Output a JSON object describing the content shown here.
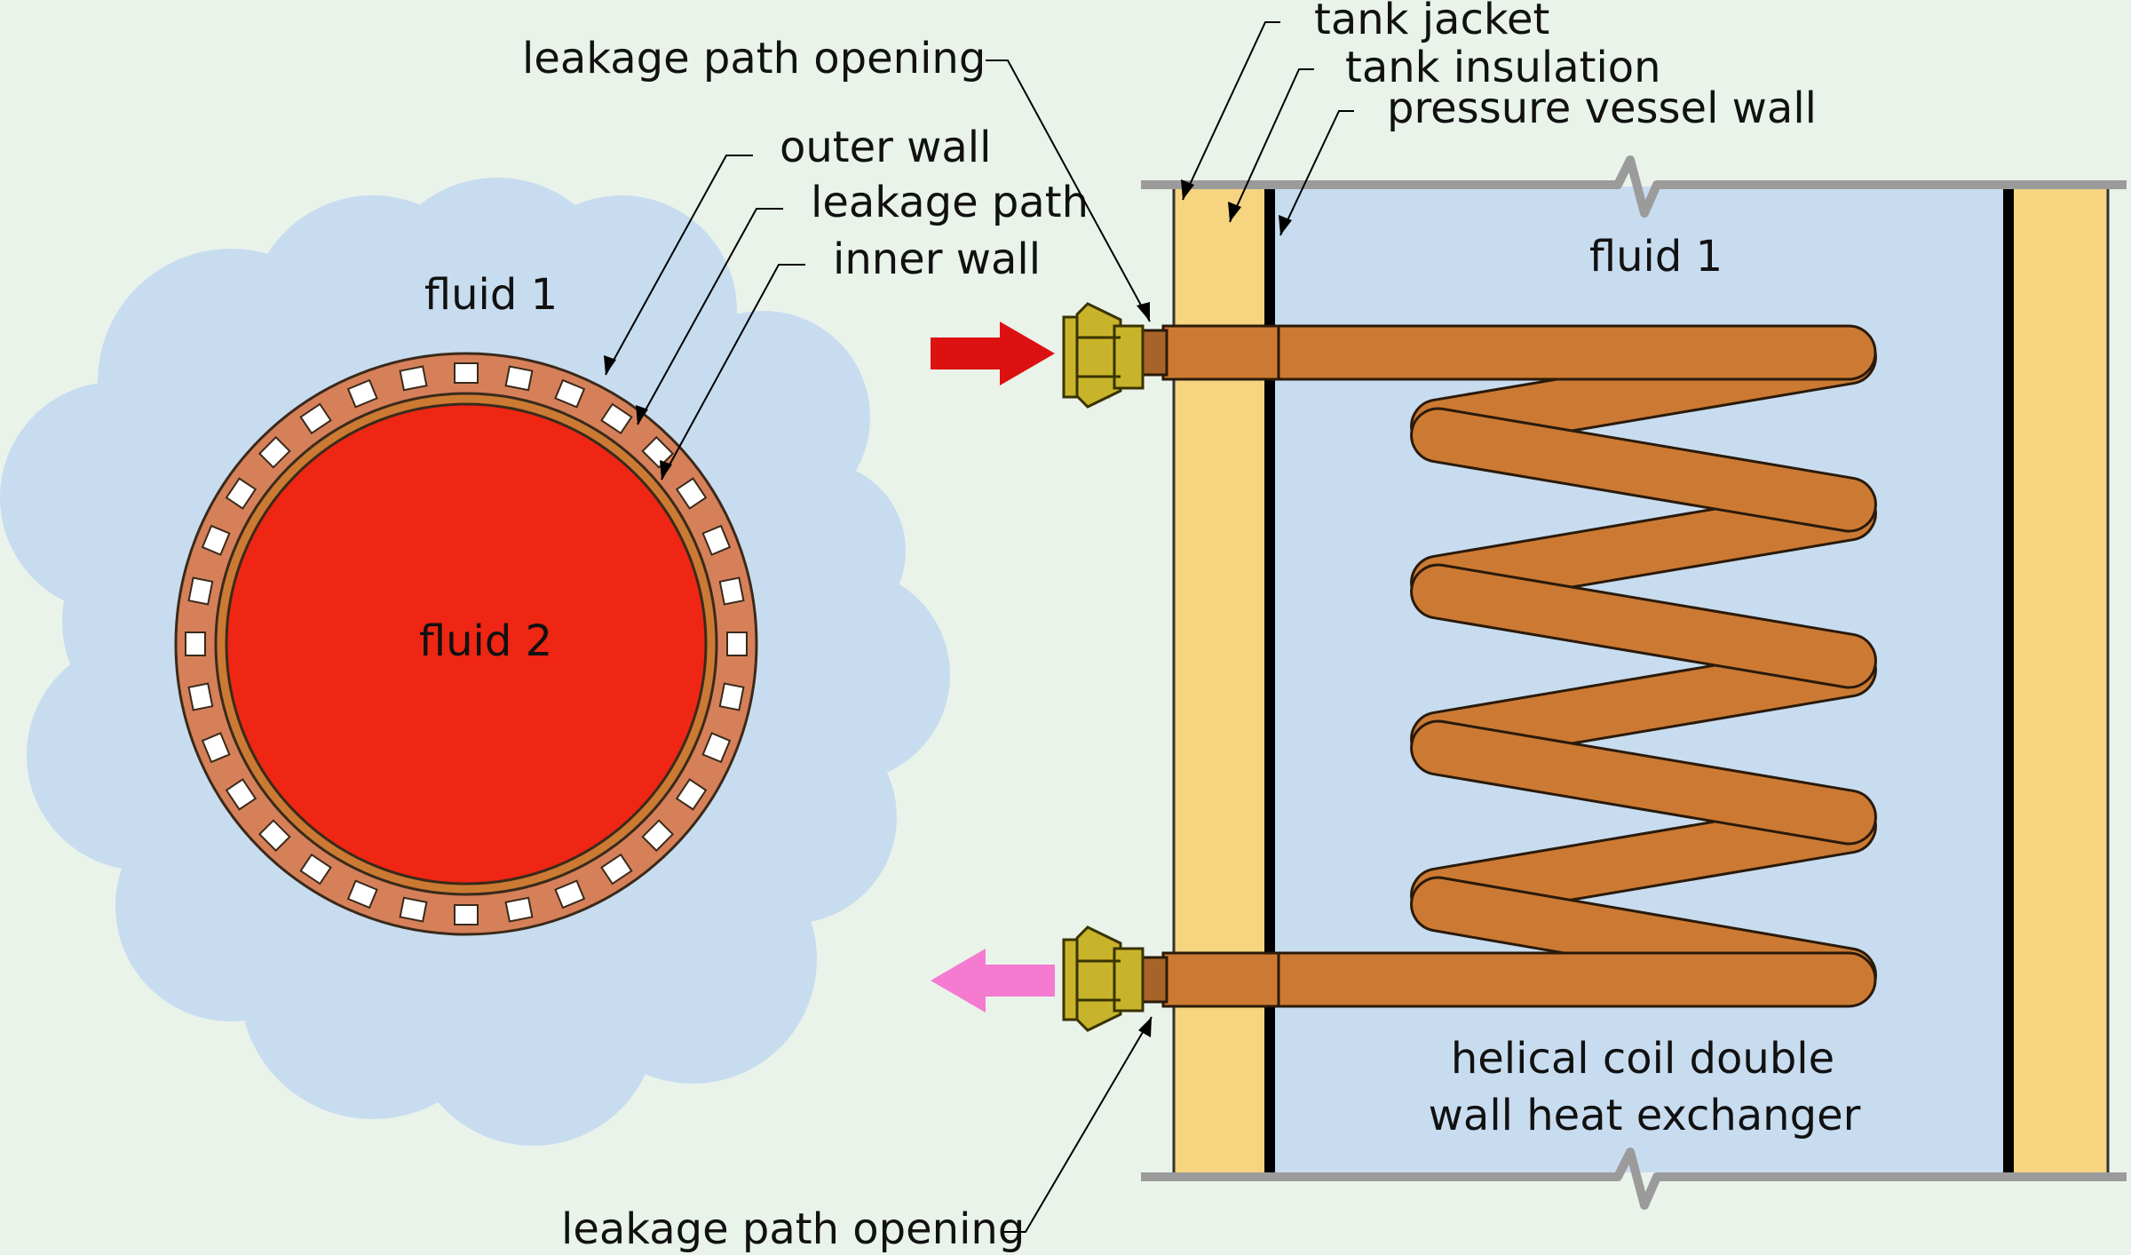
{
  "colors": {
    "background": "#e9f3ea",
    "fluid_1": "#c8dcf0",
    "fluid_2": "#ee2613",
    "copper": "#cc7a33",
    "outer_wall": "#d6805a",
    "insulation": "#f6d480",
    "jacket": "#9b9b9b",
    "fitting": "#c8b42a",
    "inlet_arrow": "#dd1111",
    "outlet_arrow": "#f47bd0"
  },
  "cross_section": {
    "fluid_outer_label": "fluid 1",
    "fluid_inner_label": "fluid 2",
    "outer_wall_label": "outer wall",
    "leakage_path_label": "leakage path",
    "inner_wall_label": "inner wall"
  },
  "tank": {
    "leakage_opening_top_label": "leakage path opening",
    "leakage_opening_bottom_label": "leakage path opening",
    "jacket_label": "tank jacket",
    "insulation_label": "tank insulation",
    "vessel_wall_label": "pressure vessel wall",
    "fluid_label": "fluid 1",
    "caption_line1": "helical coil double",
    "caption_line2": "wall heat exchanger"
  },
  "icons": {
    "inlet_arrow": "arrow-right-icon",
    "outlet_arrow": "arrow-left-icon",
    "fitting": "hex-nut-icon"
  }
}
